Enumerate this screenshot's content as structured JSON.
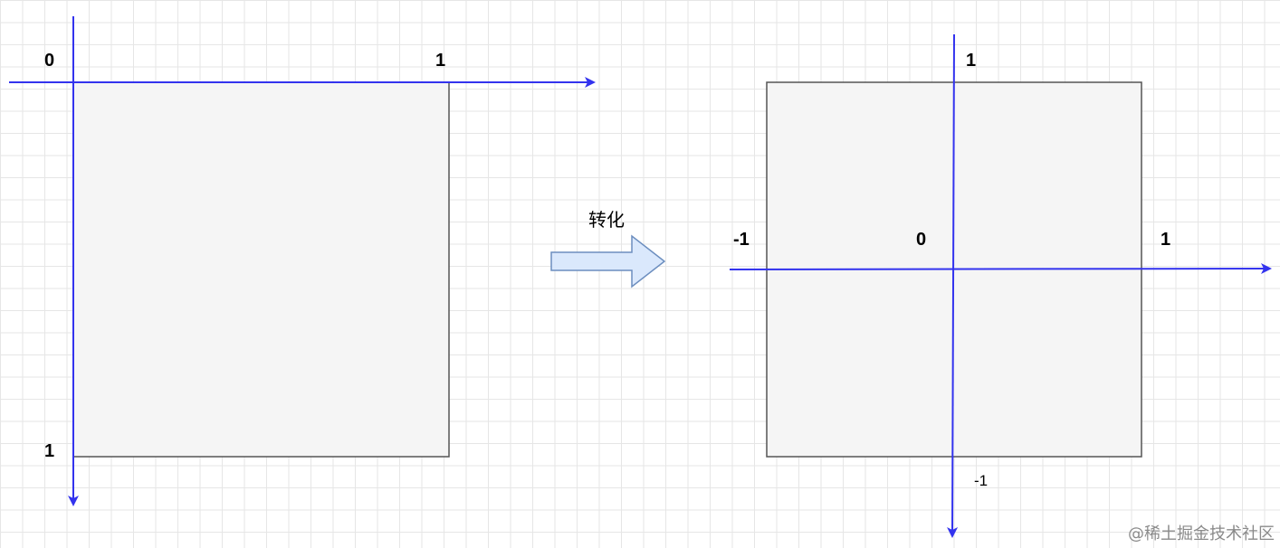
{
  "colors": {
    "axis": "#3333ee",
    "square_fill": "#f5f5f5",
    "square_stroke": "#555555",
    "arrow_fill": "#dae8fc",
    "arrow_stroke": "#6c8ebf",
    "grid": "#e6e6e6"
  },
  "left_panel": {
    "origin_label": "0",
    "x_axis_end_label": "1",
    "y_axis_end_label": "1"
  },
  "transform": {
    "label": "转化",
    "icon": "right-block-arrow-icon"
  },
  "right_panel": {
    "y_axis_top_label": "1",
    "x_axis_left_label": "-1",
    "origin_label": "0",
    "x_axis_right_label": "1",
    "y_axis_bottom_label": "-1"
  },
  "watermark": "@稀土掘金技术社区"
}
